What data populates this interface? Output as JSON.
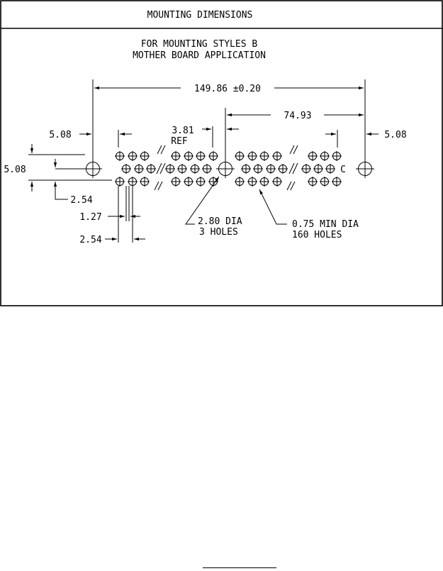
{
  "header": {
    "title": "MOUNTING DIMENSIONS"
  },
  "drawing": {
    "subtitle_line1": "FOR MOUNTING STYLES B",
    "subtitle_line2": "MOTHER BOARD APPLICATION",
    "overall_length": "149.86 ±0.20",
    "half_length": "74.93",
    "left_edge_offset": "5.08",
    "right_edge_offset": "5.08",
    "vertical_offset": "5.08",
    "row_spacing": "2.54",
    "ref_spacing": "3.81",
    "ref_label": "REF",
    "column_offset": "1.27",
    "column_pitch": "2.54",
    "mount_hole_size": "2.80 DIA",
    "mount_hole_count": "3 HOLES",
    "contact_hole_size": "0.75 MIN DIA",
    "contact_hole_count": "160 HOLES",
    "row_marker": "C"
  }
}
